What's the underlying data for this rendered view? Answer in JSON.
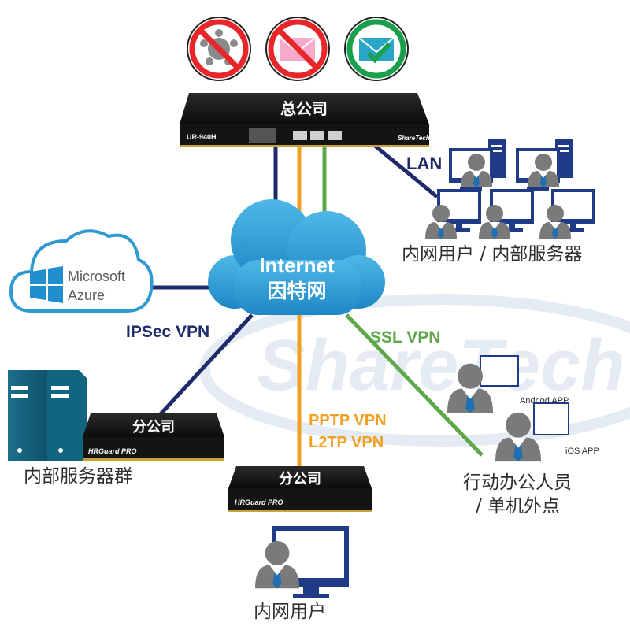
{
  "colors": {
    "navy": "#1f2a6b",
    "orange": "#f0a020",
    "green": "#5fa849",
    "cloud": "#2f9ad2",
    "monitor": "#1f3a86",
    "server": "#17607a",
    "forbid": "#e8262a",
    "allow": "#1aa04a"
  },
  "policy_icons": [
    {
      "name": "virus-forbidden-icon"
    },
    {
      "name": "spam-mail-forbidden-icon"
    },
    {
      "name": "mail-allowed-icon"
    }
  ],
  "headquarters": {
    "label": "总公司",
    "model": "UR-940H",
    "brand": "ShareTech"
  },
  "internet": {
    "title": "Internet",
    "subtitle": "因特网"
  },
  "lan": {
    "label": "LAN",
    "caption": "内网用户 / 内部服务器"
  },
  "azure": {
    "microsoft": "Microsoft",
    "azure": "Azure"
  },
  "vpn": {
    "ipsec": "IPSec VPN",
    "ssl": "SSL VPN",
    "pptp": "PPTP VPN",
    "l2tp": "L2TP VPN"
  },
  "branch_left": {
    "label": "分公司",
    "brand": "HRGuard PRO",
    "caption": "内部服务器群"
  },
  "branch_center": {
    "label": "分公司",
    "brand": "HRGuard PRO",
    "caption": "内网用户"
  },
  "mobile": {
    "android": "Andriod APP",
    "ios": "iOS APP",
    "caption_line1": "行动办公人员",
    "caption_line2": "/ 单机外点"
  },
  "watermark": "ShareTech"
}
